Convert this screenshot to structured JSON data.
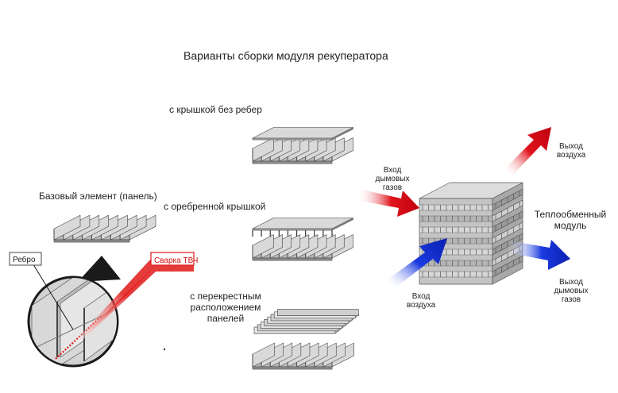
{
  "title": "Варианты сборки модуля рекуператора",
  "labels": {
    "base_element": "Базовый элемент (панель)",
    "cover_no_ribs": "с крышкой без ребер",
    "ribbed_cover": "с оребренной крышкой",
    "crossed_line1": "с перекрестным",
    "crossed_line2": "расположением",
    "crossed_line3": "панелей",
    "rib": "Ребро",
    "hf_weld": "Сварка ТВЧ",
    "flue_in_line1": "Вход",
    "flue_in_line2": "дымовых",
    "flue_in_line3": "газов",
    "air_out_line1": "Выход",
    "air_out_line2": "воздуха",
    "hx_line1": "Теплообменный",
    "hx_line2": "модуль",
    "air_in_line1": "Вход",
    "air_in_line2": "воздуха",
    "flue_out_line1": "Выход",
    "flue_out_line2": "дымовых",
    "flue_out_line3": "газов"
  },
  "colors": {
    "red_arrow": "#e0141c",
    "blue_arrow": "#1530d8",
    "panel_light": "#d9d9d9",
    "panel_mid": "#b8b8b8",
    "panel_dark": "#8f8f8f",
    "outline": "#555555"
  }
}
